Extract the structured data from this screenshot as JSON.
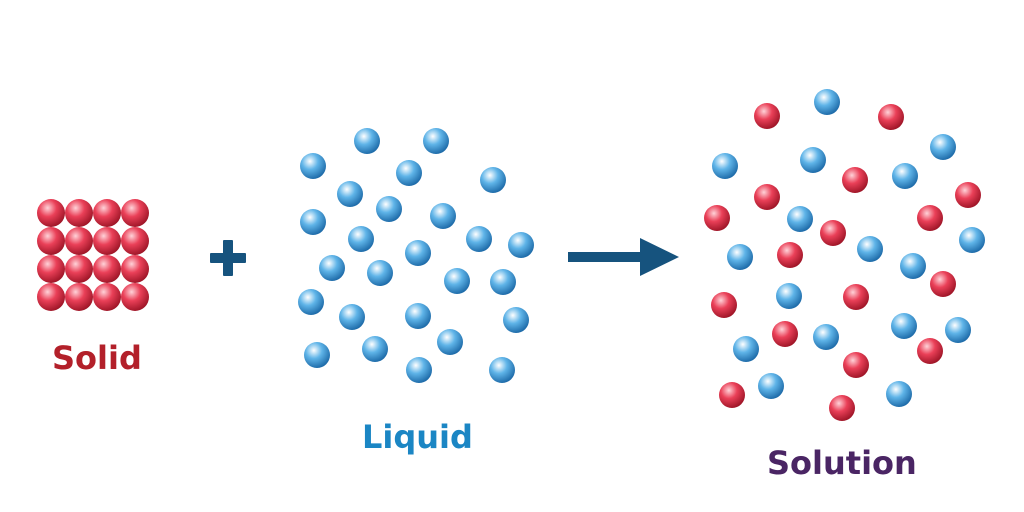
{
  "labels": {
    "solid": "Solid",
    "liquid": "Liquid",
    "solution": "Solution"
  },
  "colors": {
    "solid_label": "#b3202a",
    "liquid_label": "#1b86c4",
    "solution_label": "#4a2564",
    "plus": "#16537e",
    "arrow": "#16537e",
    "red_particle_highlight": "#ffd2d8",
    "red_particle_mid": "#ea4058",
    "red_particle_edge": "#9e1527",
    "blue_particle_highlight": "#ffffff",
    "blue_particle_mid": "#5fb4e8",
    "blue_particle_edge": "#1d6aa8"
  },
  "icons": {
    "plus": "plus-icon",
    "arrow": "arrow-right-icon"
  }
}
